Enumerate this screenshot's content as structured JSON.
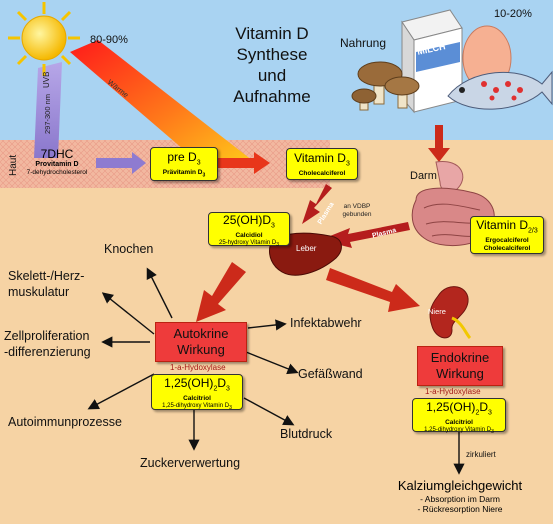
{
  "title": {
    "line1": "Vitamin D",
    "line2": "Synthese",
    "line3": "und",
    "line4": "Aufnahme"
  },
  "sun_percent": "80-90%",
  "food_percent": "10-20%",
  "uvb_label": "UVB",
  "uvb_range": "297-300 nm",
  "waerme_label": "Wärme",
  "haut_label": "Haut",
  "nahrung_label": "Nahrung",
  "milch_label": "MILCH",
  "box_7dhc": {
    "title": "7DHC",
    "sub1": "Provitamin D",
    "sub2": "7-dehydrocholesterol"
  },
  "box_pre_d3": {
    "title": "pre D",
    "sub": "3",
    "line2": "Prävitamin D",
    "line2_sub": "3"
  },
  "box_vitd3": {
    "title": "Vitamin D",
    "sub": "3",
    "line2": "Cholecalciferol"
  },
  "darm_label": "Darm",
  "box_vitd23": {
    "title": "Vitamin D",
    "sub": "2/3",
    "line2": "Ergocalciferol",
    "line3": "Cholecalciferol"
  },
  "plasma_label_1": "Plasma",
  "plasma_label_2": "Plasma",
  "vdbp_label": "an VDBP\ngebunden",
  "box_25oh": {
    "title": "25(OH)D",
    "sub": "3",
    "line2": "Calcidiol",
    "line3": "25-hydroxy Vitamin D",
    "line3_sub": "3"
  },
  "leber_label": "Leber",
  "niere_label": "Niere",
  "autokrine": {
    "line1": "Autokrine",
    "line2": "Wirkung",
    "hydroxylase": "1-a-Hydoxylase"
  },
  "endokrine": {
    "line1": "Endokrine",
    "line2": "Wirkung",
    "hydroxylase": "1-a-Hydoxylase"
  },
  "box_125_left": {
    "title": "1,25(OH)",
    "sub1": "2",
    "mid": "D",
    "sub2": "3",
    "line2": "Calcitriol",
    "line3": "1,25-dihydroxy Vitamin D",
    "line3_sub": "3"
  },
  "box_125_right": {
    "title": "1,25(OH)",
    "sub1": "2",
    "mid": "D",
    "sub2": "3",
    "line2": "Calcitriol",
    "line3": "1,25-dihydroxy Vitamin D",
    "line3_sub": "3"
  },
  "effects": {
    "knochen": "Knochen",
    "skelett1": "Skelett-/Herz-",
    "skelett2": "muskulatur",
    "zell1": "Zellproliferation",
    "zell2": "-differenzierung",
    "autoimmun": "Autoimmunprozesse",
    "zucker": "Zuckerverwertung",
    "blutdruck": "Blutdruck",
    "gefaess": "Gefäßwand",
    "infekt": "Infektabwehr"
  },
  "zirkuliert_label": "zirkuliert",
  "kalzium": {
    "title": "Kalziumgleichgewicht",
    "line1": "- Absorption im Darm",
    "line2": "- Rückresorption Niere"
  },
  "colors": {
    "sky": "#a9d3f2",
    "skin": "#f6d3a4",
    "box": "#ffff00",
    "red": "#ee3b3b",
    "arrow_red": "#cc2a1a",
    "arrow_purple": "#8e7bd0"
  }
}
